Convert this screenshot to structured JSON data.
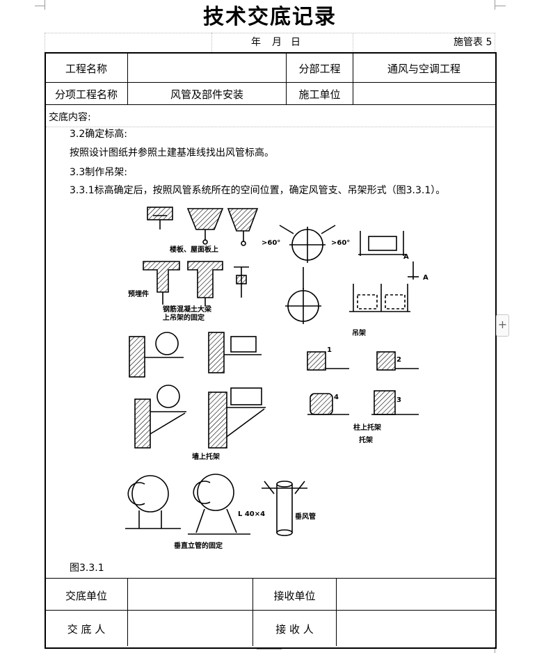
{
  "title": "技术交底记录",
  "date_line": {
    "year": "年",
    "month": "月",
    "day": "日"
  },
  "form_code": "施管表 5",
  "rows": {
    "project_name_label": "工程名称",
    "project_name_value": "",
    "sub_project_label": "分部工程",
    "sub_project_value": "通风与空调工程",
    "item_label": "分项工程名称",
    "item_value": "风管及部件安装",
    "contractor_label": "施工单位",
    "contractor_value": ""
  },
  "content": {
    "heading": "交底内容:",
    "lines": [
      "3.2确定标高:",
      "按照设计图纸并参照土建基准线找出风管标高。",
      "3.3制作吊架:",
      "3.3.1标高确定后，按照风管系统所在的空间位置，确定风管支、吊架形式（图3.3.1）。"
    ],
    "figure_labels": {
      "slab": "楼板、屋面板上",
      "embedded": "预埋件",
      "beam_1": "钢筋混凝土大梁",
      "beam_2": "上吊架的固定",
      "hanger": "吊架",
      "angle_left": ">60°",
      "angle_right": ">60°",
      "mark_a1": "A",
      "mark_a2": "A",
      "wall": "墙上托架",
      "column_1": "柱上托架",
      "column_2": "托架",
      "num_1": "1",
      "num_2": "2",
      "num_3": "3",
      "num_4": "4",
      "angle_steel": "L 40×4",
      "vertical_duct": "垂风管",
      "riser": "垂直立管的固定"
    },
    "caption": "图3.3.1"
  },
  "footer": {
    "issuer_unit_label": "交底单位",
    "receiver_unit_label": "接收单位",
    "issuer_label": "交 底 人",
    "receiver_label": "接 收 人"
  },
  "add_button": "+"
}
